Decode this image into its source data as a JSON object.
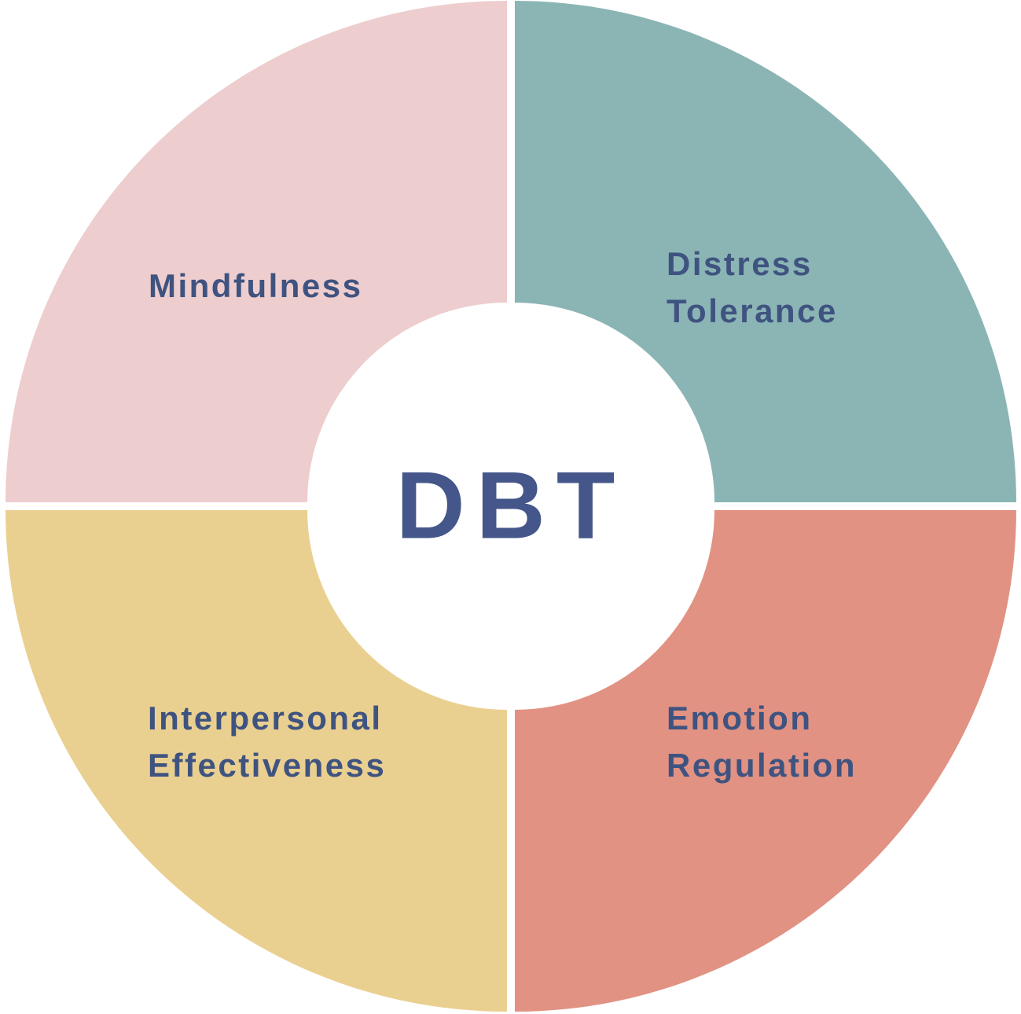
{
  "title": "DBT",
  "diagram": {
    "type": "donut-quadrant-wheel",
    "center_label": "DBT",
    "quadrant_count": 4,
    "text_color": "#3F5380",
    "center_text_color": "#44568A",
    "background_color": "#FFFFFF"
  },
  "quadrants": [
    {
      "id": "mindfulness",
      "label": "Mindfulness",
      "position": "top-left",
      "color": "#EECDCE"
    },
    {
      "id": "distress-tolerance",
      "label": "Distress\nTolerance",
      "position": "top-right",
      "color": "#8BB5B4"
    },
    {
      "id": "emotion-regulation",
      "label": "Emotion\nRegulation",
      "position": "bottom-right",
      "color": "#E19283"
    },
    {
      "id": "interpersonal-effectiveness",
      "label": "Interpersonal\nEffectiveness",
      "position": "bottom-left",
      "color": "#EAD090"
    }
  ]
}
